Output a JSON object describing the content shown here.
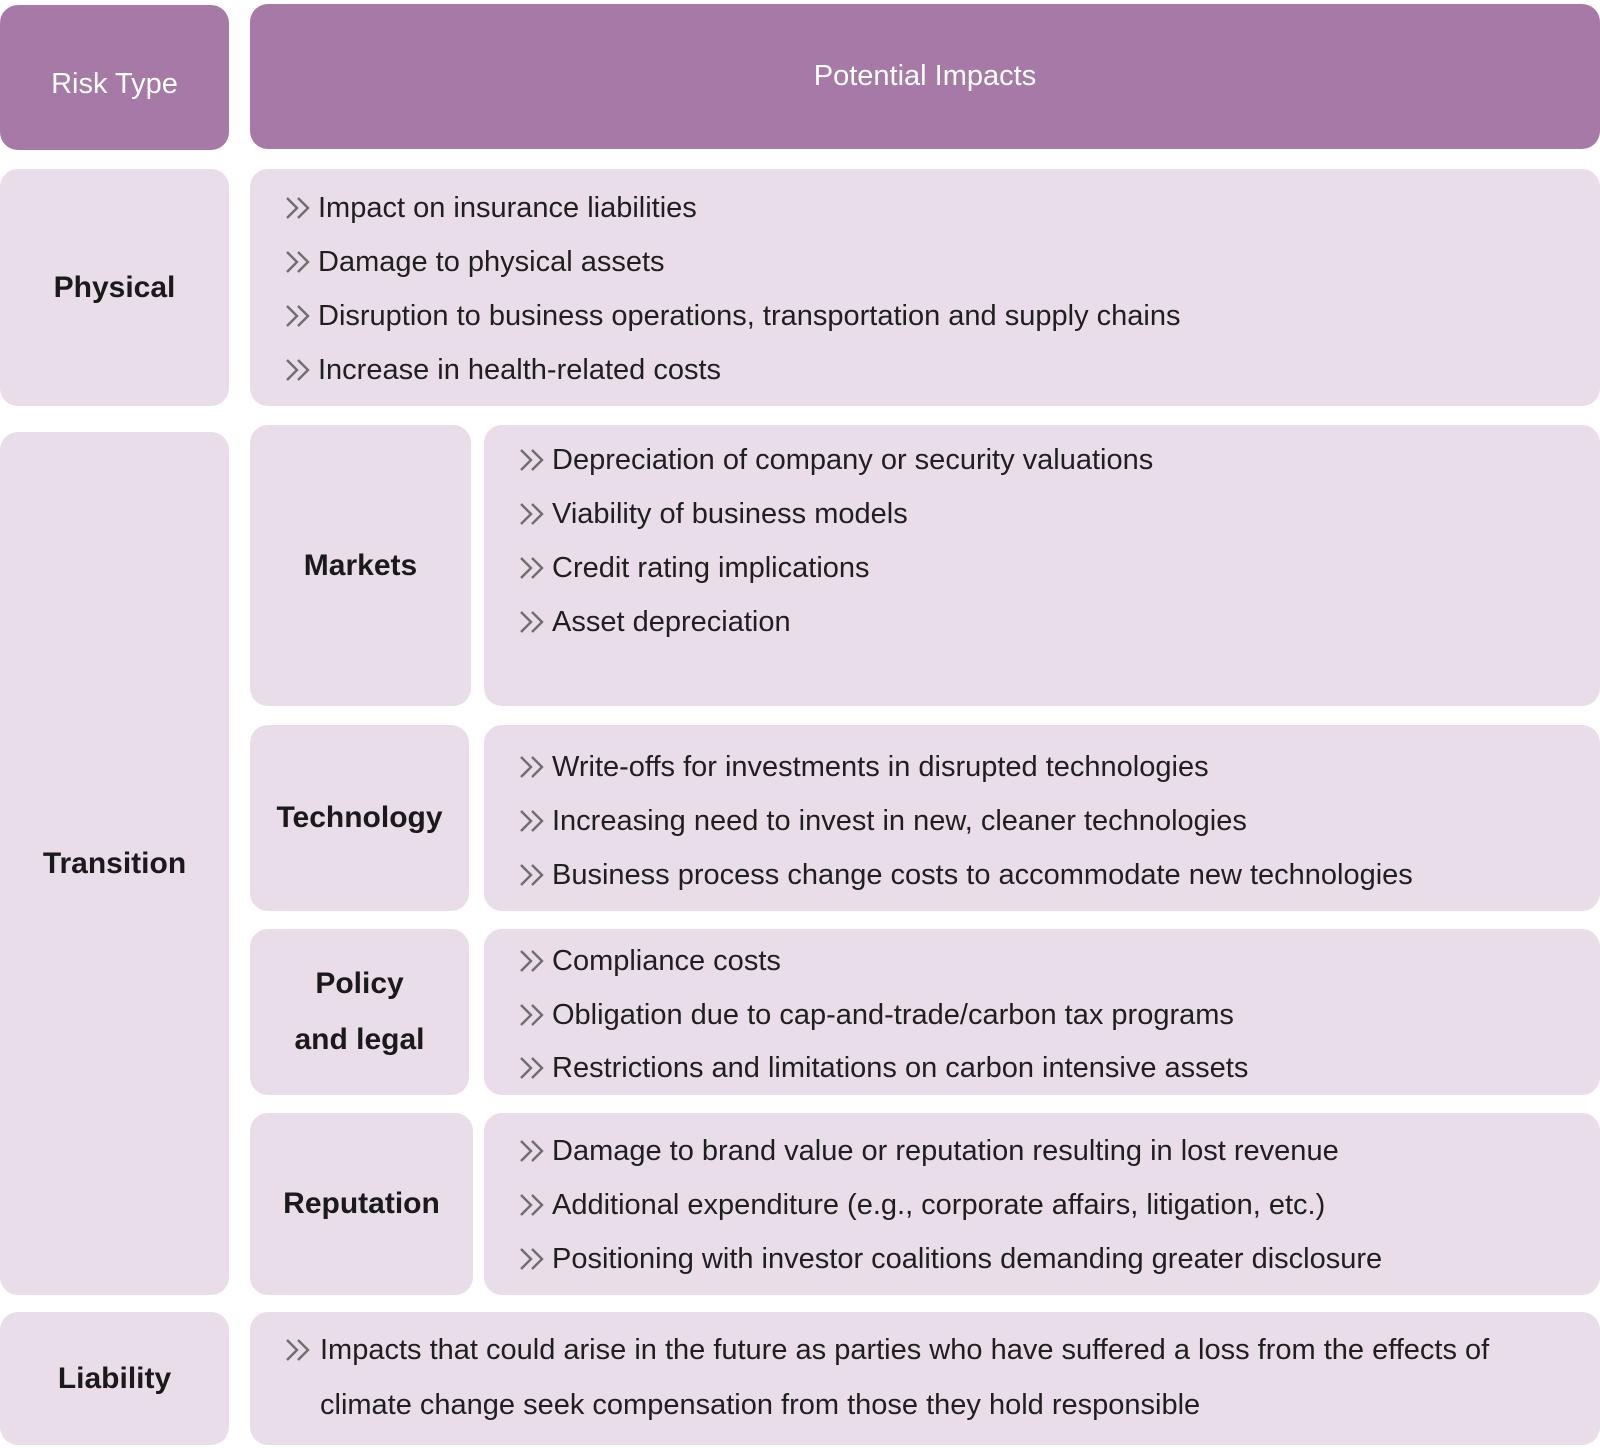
{
  "header": {
    "risk_type": "Risk Type",
    "potential_impacts": "Potential Impacts"
  },
  "physical": {
    "label": "Physical",
    "impacts": [
      "Impact on insurance liabilities",
      "Damage to physical assets",
      "Disruption to business operations, transportation and supply chains",
      "Increase in health-related costs"
    ]
  },
  "transition": {
    "label": "Transition",
    "markets": {
      "label": "Markets",
      "impacts": [
        "Depreciation of company or security valuations",
        "Viability of business models",
        "Credit rating implications",
        "Asset depreciation"
      ]
    },
    "technology": {
      "label": "Technology",
      "impacts": [
        "Write-offs for investments in disrupted technologies",
        "Increasing need to invest in new, cleaner technologies",
        "Business process change costs to accommodate new technologies"
      ]
    },
    "policy": {
      "label_line1": "Policy",
      "label_line2": "and legal",
      "impacts": [
        "Compliance costs",
        "Obligation due to cap-and-trade/carbon tax programs",
        "Restrictions and limitations on carbon intensive assets"
      ]
    },
    "reputation": {
      "label": "Reputation",
      "impacts": [
        "Damage to brand value or reputation resulting in lost revenue",
        "Additional expenditure (e.g., corporate affairs, litigation, etc.)",
        "Positioning with investor coalitions demanding greater disclosure"
      ]
    }
  },
  "liability": {
    "label": "Liability",
    "impact": "Impacts that could arise in the future as parties who have suffered a loss from the effects of climate change seek compensation from those they hold responsible"
  },
  "colors": {
    "header_bg": "#a679a7",
    "cell_bg": "#e8dde9",
    "chevron": "#6e6e6e"
  },
  "icons": {
    "bullet": "double-chevron-right-icon"
  }
}
